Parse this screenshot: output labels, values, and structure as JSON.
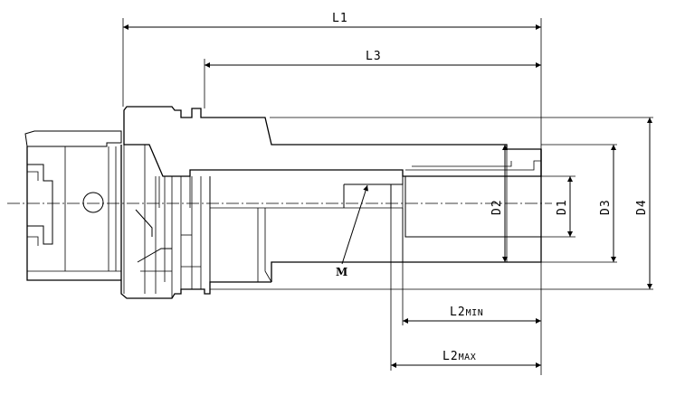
{
  "dimensions": {
    "L1": "L1",
    "L3": "L3",
    "L2_min": "L2",
    "L2_min_suffix": "MIN",
    "L2_max": "L2",
    "L2_max_suffix": "MAX",
    "D1": "D1",
    "D2": "D2",
    "D3": "D3",
    "D4": "D4"
  },
  "callouts": {
    "M": "M"
  },
  "colors": {
    "line": "#000000",
    "background": "#ffffff"
  }
}
